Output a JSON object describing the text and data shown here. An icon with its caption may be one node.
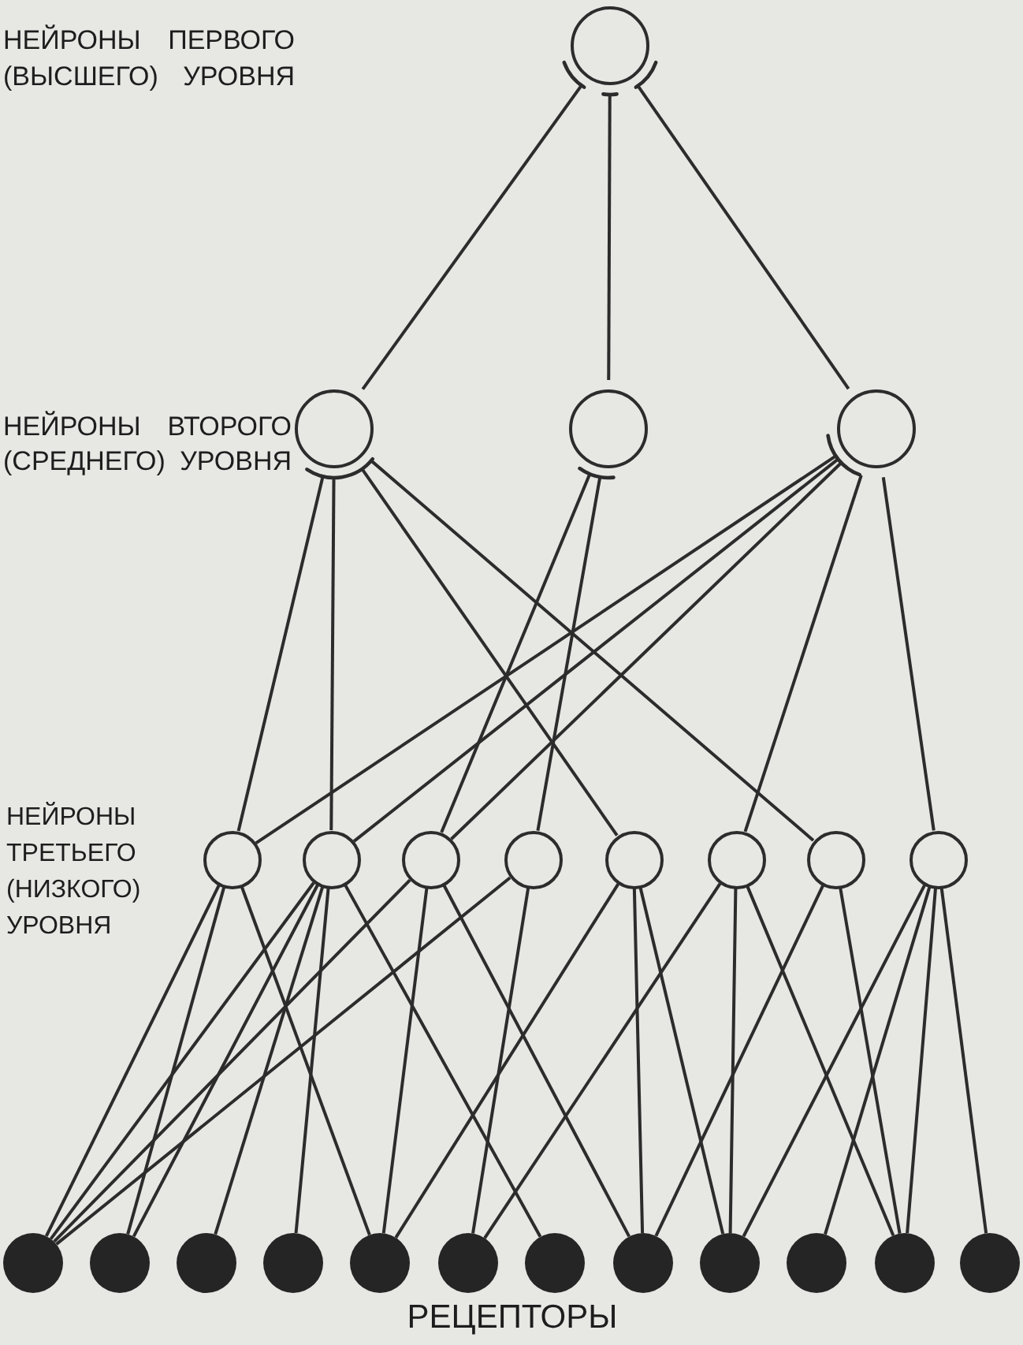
{
  "diagram": {
    "nodes": [
      {
        "text": [],
        "shape": "circle"
      },
      {
        "text": [],
        "shape": "circle"
      },
      {
        "text": [],
        "shape": "circle"
      },
      {
        "text": [],
        "shape": "circle"
      },
      {
        "text": [],
        "shape": "circle"
      },
      {
        "text": [],
        "shape": "circle"
      },
      {
        "text": [],
        "shape": "circle"
      },
      {
        "text": [],
        "shape": "circle"
      },
      {
        "text": [],
        "shape": "circle"
      },
      {
        "text": [],
        "shape": "circle"
      },
      {
        "text": [],
        "shape": "circle"
      },
      {
        "text": [],
        "shape": "circle"
      },
      {
        "text": [],
        "shape": "circle"
      },
      {
        "text": [],
        "shape": "circle"
      },
      {
        "text": [],
        "shape": "circle"
      },
      {
        "text": [],
        "shape": "circle"
      },
      {
        "text": [],
        "shape": "circle"
      },
      {
        "text": [],
        "shape": "circle"
      },
      {
        "text": [],
        "shape": "circle"
      },
      {
        "text": [],
        "shape": "circle"
      },
      {
        "text": [],
        "shape": "circle"
      },
      {
        "text": [],
        "shape": "circle"
      },
      {
        "text": [],
        "shape": "circle"
      },
      {
        "text": [],
        "shape": "circle"
      }
    ],
    "edges": [
      {
        "from": 0,
        "to": 1,
        "arrow": "none"
      },
      {
        "from": 0,
        "to": 2,
        "arrow": "none"
      },
      {
        "from": 0,
        "to": 3,
        "arrow": "none"
      },
      {
        "from": 1,
        "to": 4,
        "arrow": "none"
      },
      {
        "from": 1,
        "to": 5,
        "arrow": "none"
      },
      {
        "from": 1,
        "to": 8,
        "arrow": "none"
      },
      {
        "from": 1,
        "to": 10,
        "arrow": "none"
      },
      {
        "from": 2,
        "to": 6,
        "arrow": "none"
      },
      {
        "from": 2,
        "to": 7,
        "arrow": "none"
      },
      {
        "from": 3,
        "to": 4,
        "arrow": "none"
      },
      {
        "from": 3,
        "to": 5,
        "arrow": "none"
      },
      {
        "from": 3,
        "to": 6,
        "arrow": "none"
      },
      {
        "from": 3,
        "to": 9,
        "arrow": "none"
      },
      {
        "from": 3,
        "to": 11,
        "arrow": "none"
      },
      {
        "from": 4,
        "to": 12,
        "arrow": "none"
      },
      {
        "from": 4,
        "to": 13,
        "arrow": "none"
      },
      {
        "from": 4,
        "to": 16,
        "arrow": "none"
      },
      {
        "from": 5,
        "to": 12,
        "arrow": "none"
      },
      {
        "from": 5,
        "to": 13,
        "arrow": "none"
      },
      {
        "from": 5,
        "to": 14,
        "arrow": "none"
      },
      {
        "from": 5,
        "to": 15,
        "arrow": "none"
      },
      {
        "from": 5,
        "to": 18,
        "arrow": "none"
      },
      {
        "from": 6,
        "to": 12,
        "arrow": "none"
      },
      {
        "from": 6,
        "to": 16,
        "arrow": "none"
      },
      {
        "from": 6,
        "to": 19,
        "arrow": "none"
      },
      {
        "from": 7,
        "to": 12,
        "arrow": "none"
      },
      {
        "from": 7,
        "to": 17,
        "arrow": "none"
      },
      {
        "from": 8,
        "to": 16,
        "arrow": "none"
      },
      {
        "from": 8,
        "to": 19,
        "arrow": "none"
      },
      {
        "from": 8,
        "to": 20,
        "arrow": "none"
      },
      {
        "from": 9,
        "to": 17,
        "arrow": "none"
      },
      {
        "from": 9,
        "to": 20,
        "arrow": "none"
      },
      {
        "from": 9,
        "to": 22,
        "arrow": "none"
      },
      {
        "from": 10,
        "to": 19,
        "arrow": "none"
      },
      {
        "from": 10,
        "to": 22,
        "arrow": "none"
      },
      {
        "from": 11,
        "to": 20,
        "arrow": "none"
      },
      {
        "from": 11,
        "to": 21,
        "arrow": "none"
      },
      {
        "from": 11,
        "to": 22,
        "arrow": "none"
      },
      {
        "from": 11,
        "to": 23,
        "arrow": "none"
      }
    ],
    "labels": [
      "НЕЙРОНЫ ПЕРВОГО (ВЫСШЕГО) УРОВНЯ",
      "НЕЙРОНЫ ВТОРОГО (СРЕДНЕГО) УРОВНЯ",
      "НЕЙРОНЫ ТРЕТЬЕГО (НИЗКОГО) УРОВНЯ",
      "РЕЦЕПТОРЫ"
    ]
  }
}
